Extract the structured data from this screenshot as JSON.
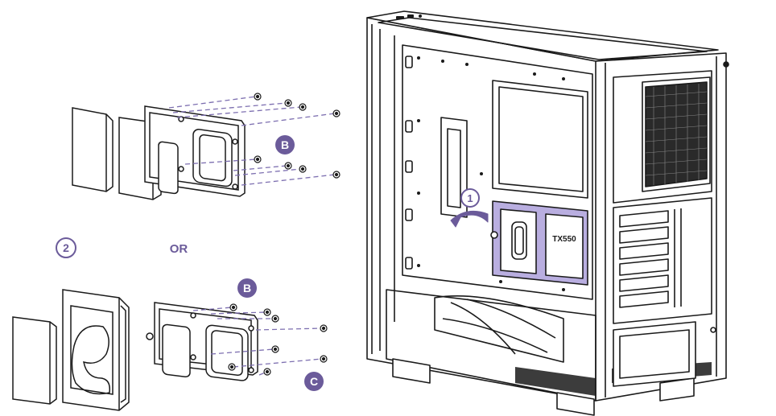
{
  "labels": {
    "step_two": "2",
    "or_text": "OR",
    "callout_b_top": "B",
    "callout_b_bottom": "B",
    "callout_c": "C",
    "step_one": "1",
    "psu_badge": "TX550"
  },
  "colors": {
    "accent": "#6b5b9a",
    "accent_fill": "#b9aee0",
    "line": "#1a1a1a",
    "dash": "#7d6fb0"
  }
}
